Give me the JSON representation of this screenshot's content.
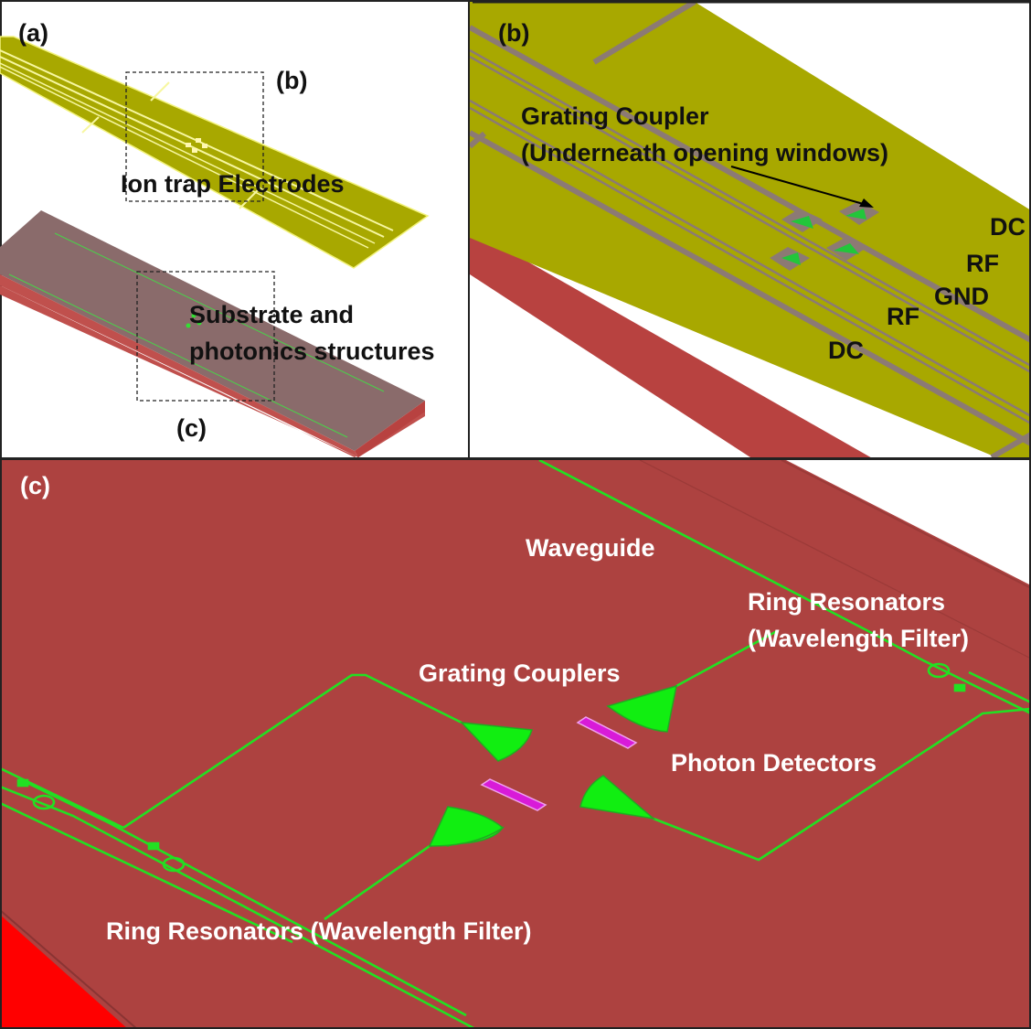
{
  "panel_a": {
    "tag": "(a)",
    "callout_b": "(b)",
    "callout_c": "(c)",
    "label_electrodes": "Ion trap Electrodes",
    "label_substrate_line1": "Substrate and",
    "label_substrate_line2": "photonics structures"
  },
  "panel_b": {
    "tag": "(b)",
    "label_coupler_line1": "Grating Coupler",
    "label_coupler_line2": "(Underneath opening windows)",
    "electrode_labels": [
      "DC",
      "RF",
      "GND",
      "RF",
      "DC"
    ]
  },
  "panel_c": {
    "tag": "(c)",
    "label_waveguide": "Waveguide",
    "label_ring_right_line1": "Ring Resonators",
    "label_ring_right_line2": "(Wavelength Filter)",
    "label_grating": "Grating Couplers",
    "label_detectors": "Photon Detectors",
    "label_ring_left": "Ring Resonators (Wavelength Filter)"
  },
  "colors": {
    "electrode_gold": "#a8a800",
    "substrate_top": "#8a6b6b",
    "substrate_side": "#c0504d",
    "substrate_red": "#ad4240",
    "waveguide_green": "#22e022",
    "detector_magenta": "#d81bd8"
  }
}
